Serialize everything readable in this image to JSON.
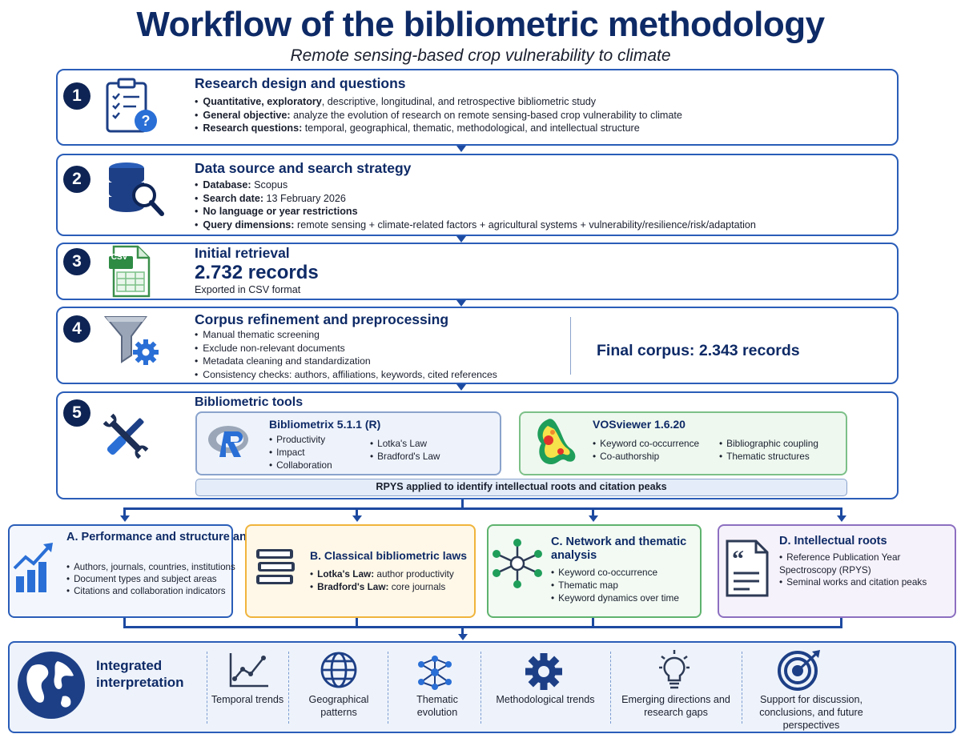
{
  "title": "Workflow of the bibliometric methodology",
  "subtitle": "Remote sensing-based crop vulnerability to climate",
  "steps": [
    {
      "number": "1",
      "title": "Research design and questions",
      "bullets": [
        {
          "bold": "Quantitative, exploratory",
          "text": ", descriptive, longitudinal, and retrospective bibliometric study"
        },
        {
          "bold": "General objective:",
          "text": " analyze the evolution of research on remote sensing-based crop vulnerability to climate"
        },
        {
          "bold": "Research questions:",
          "text": " temporal, geographical, thematic, methodological, and intellectual structure"
        }
      ]
    },
    {
      "number": "2",
      "title": "Data source and search strategy",
      "bullets": [
        {
          "bold": "Database:",
          "text": " Scopus"
        },
        {
          "bold": "Search date:",
          "text": " 13 February 2026"
        },
        {
          "bold": "No language or year restrictions",
          "text": ""
        },
        {
          "bold": "Query dimensions:",
          "text": " remote sensing + climate-related factors + agricultural systems + vulnerability/resilience/risk/adaptation"
        }
      ]
    },
    {
      "number": "3",
      "title": "Initial retrieval",
      "records": "2.732 records",
      "note": "Exported in CSV format",
      "csv_label": "CSV"
    },
    {
      "number": "4",
      "title": "Corpus refinement and preprocessing",
      "bullets": [
        "Manual thematic screening",
        "Exclude non-relevant documents",
        "Metadata cleaning and standardization",
        "Consistency checks: authors, affiliations, keywords, cited references"
      ],
      "final_corpus": "Final corpus: 2.343 records"
    },
    {
      "number": "5",
      "title": "Bibliometric tools",
      "tools": [
        {
          "name": "Bibliometrix 5.1.1 (R)",
          "col1": [
            "Productivity",
            "Impact",
            "Collaboration"
          ],
          "col2": [
            "Lotka's Law",
            "Bradford's Law"
          ]
        },
        {
          "name": "VOSviewer 1.6.20",
          "col1": [
            "Keyword co-occurrence",
            "Co-authorship"
          ],
          "col2": [
            "Bibliographic coupling",
            "Thematic structures"
          ]
        }
      ],
      "rpys": "RPYS applied to identify intellectual roots and citation peaks"
    }
  ],
  "analyses": [
    {
      "title": "A. Performance and structure analysis",
      "bullets": [
        "Authors, journals, countries, institutions",
        "Document types and subject areas",
        "Citations and collaboration indicators"
      ],
      "color": "#2a5db8"
    },
    {
      "title": "B. Classical bibliometric laws",
      "bullets": [
        {
          "bold": "Lotka's Law:",
          "text": " author productivity"
        },
        {
          "bold": "Bradford's Law:",
          "text": " core journals"
        }
      ],
      "color": "#f0b43c"
    },
    {
      "title": "C. Network and thematic analysis",
      "bullets": [
        "Keyword co-occurrence",
        "Thematic map",
        "Keyword dynamics over time"
      ],
      "color": "#5fb36e"
    },
    {
      "title": "D. Intellectual roots",
      "bullets": [
        "Reference Publication Year Spectroscopy (RPYS)",
        "Seminal works and citation peaks"
      ],
      "color": "#8c6fc0"
    }
  ],
  "integrated": {
    "title": "Integrated interpretation",
    "items": [
      "Temporal trends",
      "Geographical patterns",
      "Thematic evolution",
      "Methodological trends",
      "Emerging directions and research gaps",
      "Support for discussion, conclusions, and future perspectives"
    ]
  },
  "icons": [
    "clipboard-question-icon",
    "database-search-icon",
    "csv-file-icon",
    "funnel-gear-icon",
    "wrench-screwdriver-icon",
    "r-logo-icon",
    "vosviewer-map-icon",
    "bar-chart-arrow-icon",
    "books-icon",
    "network-node-icon",
    "quote-document-icon",
    "globe-icon",
    "line-trend-icon",
    "globe-grid-icon",
    "molecule-network-icon",
    "gear-icon",
    "lightbulb-icon",
    "target-arrow-icon"
  ]
}
